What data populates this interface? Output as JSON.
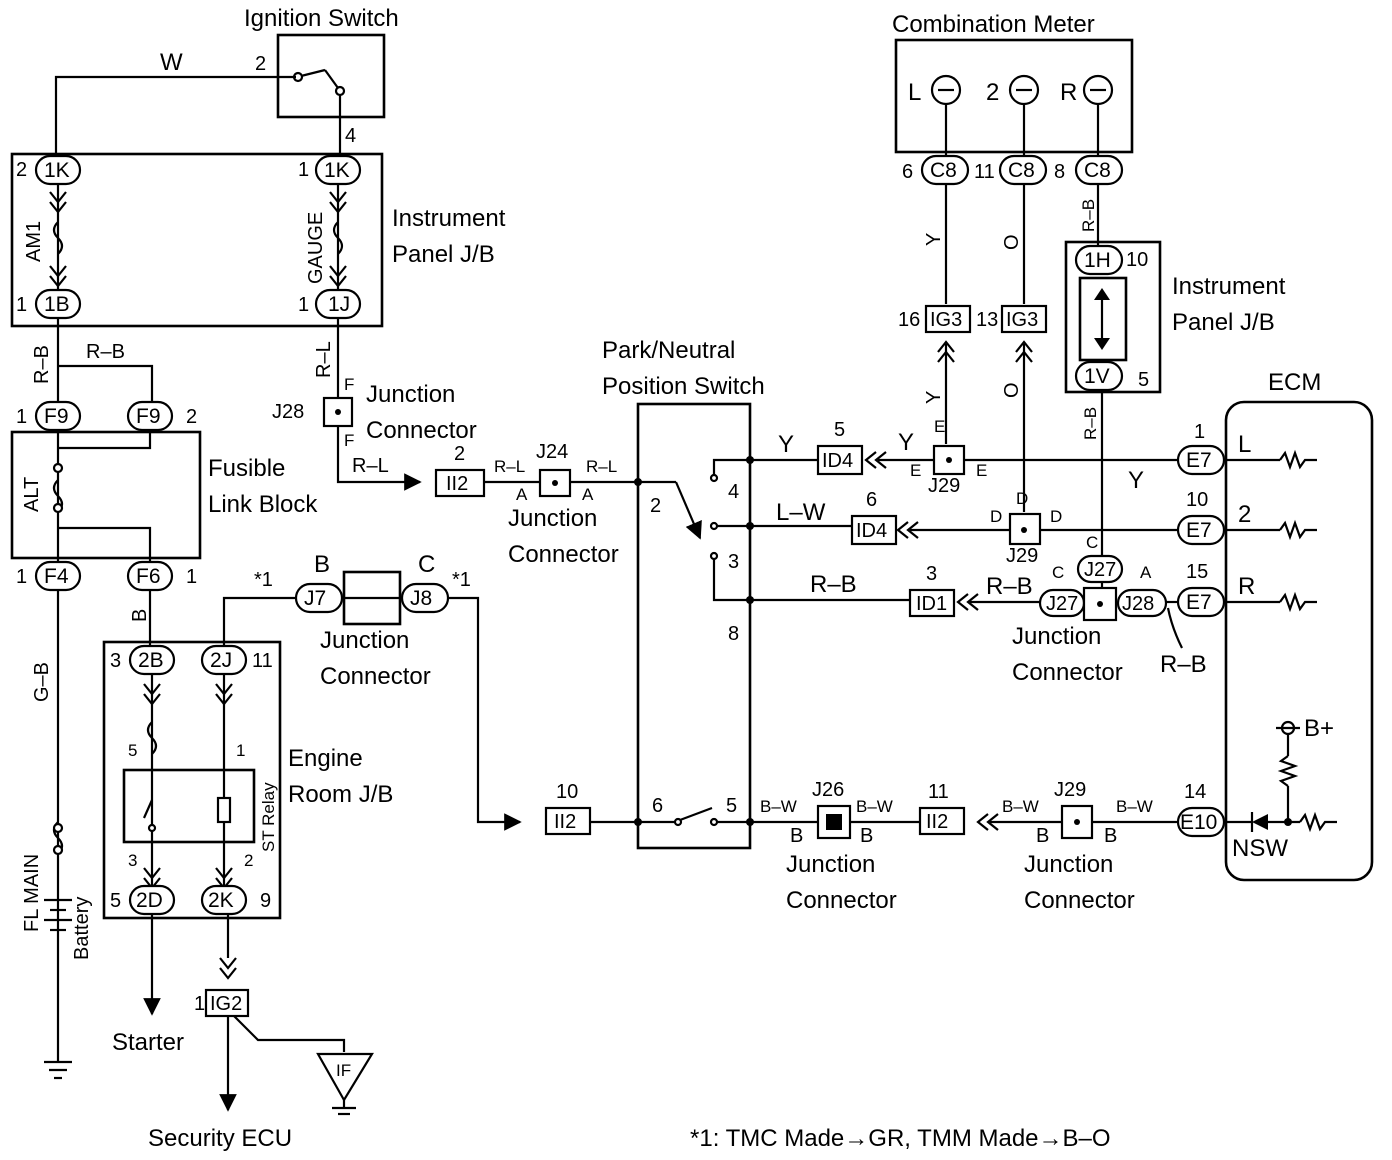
{
  "components": {
    "ignition_switch": "Ignition Switch",
    "combination_meter": "Combination Meter",
    "instrument_panel_jb_line1": "Instrument",
    "instrument_panel_jb_line2": "Panel J/B",
    "fusible_link_line1": "Fusible",
    "fusible_link_line2": "Link Block",
    "pn_switch_line1": "Park/Neutral",
    "pn_switch_line2": "Position Switch",
    "ecm": "ECM",
    "engine_jb_line1": "Engine",
    "engine_jb_line2": "Room J/B",
    "junction_line1": "Junction",
    "junction_line2": "Connector",
    "starter": "Starter",
    "security_ecu": "Security ECU",
    "battery": "Battery",
    "fl_main": "FL MAIN",
    "st_relay": "ST Relay",
    "alt": "ALT",
    "am1": "AM1",
    "gauge": "GAUGE",
    "b_plus": "B+",
    "nsw": "NSW",
    "ground_if": "IF"
  },
  "connectors": {
    "c1k": "1K",
    "c1b": "1B",
    "c1j": "1J",
    "f9": "F9",
    "f4": "F4",
    "f6": "F6",
    "c2b": "2B",
    "c2j": "2J",
    "c2d": "2D",
    "c2k": "2K",
    "j7": "J7",
    "j8": "J8",
    "j24": "J24",
    "j26": "J26",
    "j27": "J27",
    "j28": "J28",
    "j29": "J29",
    "ii2": "II2",
    "ig2": "IG2",
    "ig3": "IG3",
    "id4": "ID4",
    "id1": "ID1",
    "c8": "C8",
    "c1h": "1H",
    "c1v": "1V",
    "e7": "E7",
    "e10": "E10"
  },
  "wires": {
    "w": "W",
    "rb": "R–B",
    "rl": "R–L",
    "gb": "G–B",
    "b": "B",
    "y": "Y",
    "o": "O",
    "lw": "L–W",
    "bw": "B–W",
    "a": "A",
    "c": "C",
    "d": "D",
    "e": "E",
    "f": "F"
  },
  "pins": {
    "p1": "1",
    "p2": "2",
    "p3": "3",
    "p4": "4",
    "p5": "5",
    "p6": "6",
    "p8": "8",
    "p9": "9",
    "p10": "10",
    "p11": "11",
    "p13": "13",
    "p14": "14",
    "p15": "15",
    "p16": "16",
    "note_ref": "*1",
    "meter_l": "L",
    "meter_2": "2",
    "meter_r": "R"
  },
  "footnote": "*1: TMC Made→GR, TMM Made→B–O"
}
